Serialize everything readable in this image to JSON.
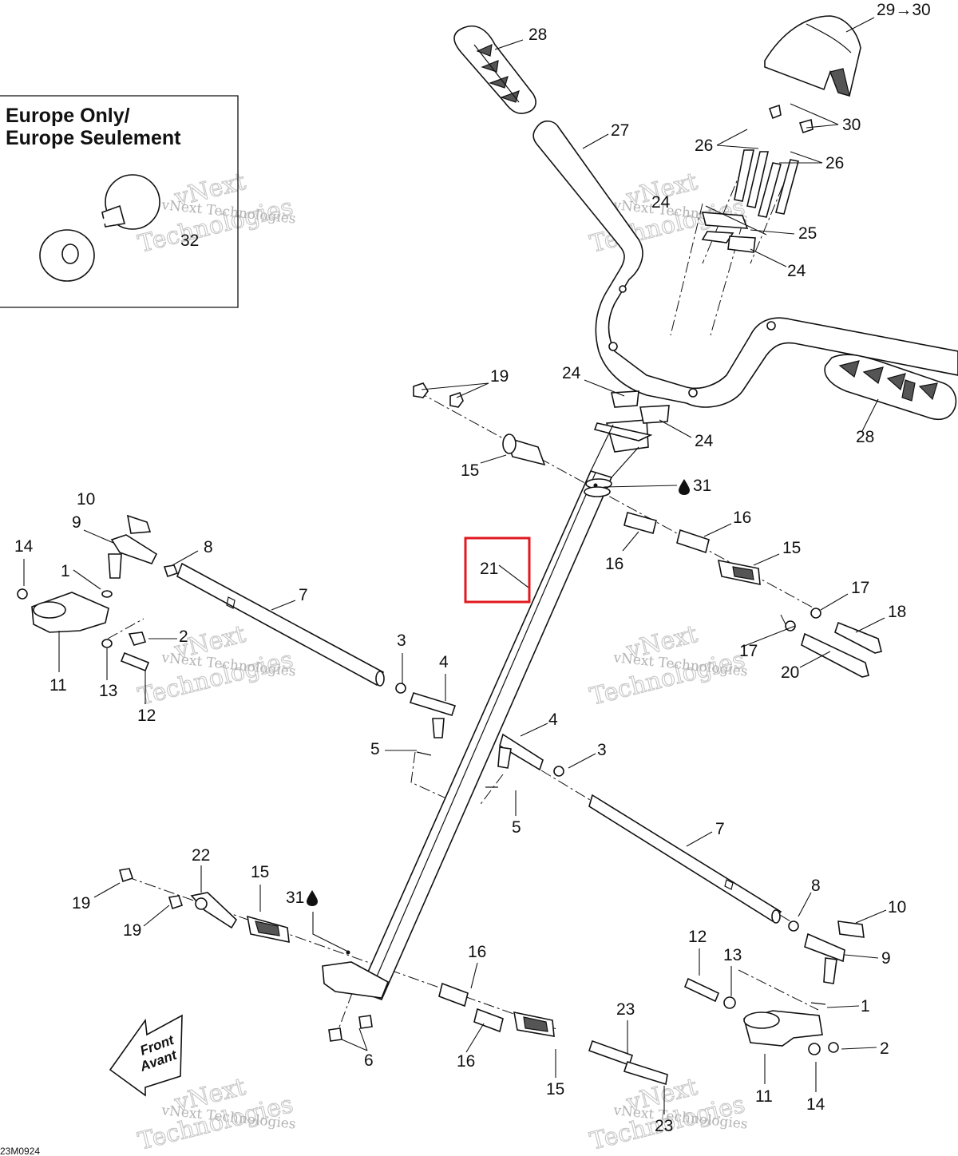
{
  "inset": {
    "title_line1": "Europe Only/",
    "title_line2": "Europe Seulement"
  },
  "callouts": {
    "c28_top": "28",
    "c29_30": "29→30",
    "c27": "27",
    "c30": "30",
    "c26_left": "26",
    "c26_right": "26",
    "c24_top": "24",
    "c25": "25",
    "c24_mid": "24",
    "c32": "32",
    "c19_top": "19",
    "c24_a": "24",
    "c24_b": "24",
    "c28_right": "28",
    "c15_top": "15",
    "c31_top": "31",
    "c10_left": "10",
    "c9_left": "9",
    "c8_left": "8",
    "c14_left": "14",
    "c1_left": "1",
    "c7_left": "7",
    "c16_a": "16",
    "c16_b": "16",
    "c15_right": "15",
    "c17_a": "17",
    "c18": "18",
    "c21": "21",
    "c2_left": "2",
    "c3_left": "3",
    "c17_b": "17",
    "c20": "20",
    "c11_left": "11",
    "c13_left": "13",
    "c12_left": "12",
    "c4_left": "4",
    "c5_left": "5",
    "c4_right": "4",
    "c3_right": "3",
    "c5_right": "5",
    "c7_right": "7",
    "c22": "22",
    "c15_bl": "15",
    "c31_bottom": "31",
    "c19_bl1": "19",
    "c19_bl2": "19",
    "c8_right": "8",
    "c10_right": "10",
    "c16_bot1": "16",
    "c12_right": "12",
    "c13_right": "13",
    "c9_right": "9",
    "c1_right": "1",
    "c23_a": "23",
    "c2_right": "2",
    "c6": "6",
    "c16_bot2": "16",
    "c15_bot": "15",
    "c11_right": "11",
    "c14_right": "14",
    "c23_b": "23"
  },
  "watermarks": {
    "line1": "vNext Technologies",
    "line2": "vNext",
    "line3": "Technologies"
  },
  "front_arrow": {
    "line1": "Front",
    "line2": "Avant"
  },
  "drawing_code": "23M0924",
  "highlight": {
    "color": "#e0191f",
    "target": "21"
  }
}
